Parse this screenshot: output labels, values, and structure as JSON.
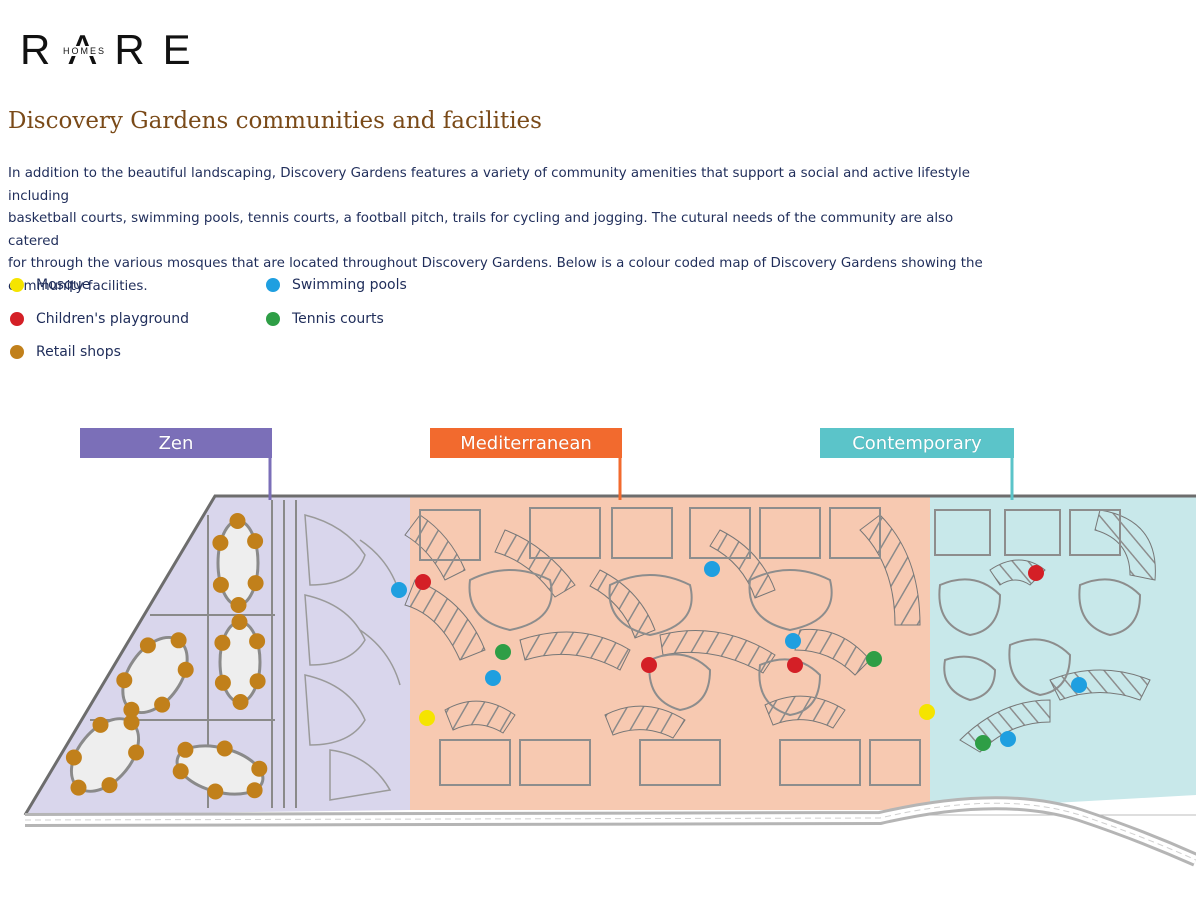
{
  "brand": {
    "logo_main": "RARE",
    "logo_sub": "HOMES"
  },
  "title": "Discovery Gardens communities and facilities",
  "intro_lines": [
    "In addition to the beautiful landscaping, Discovery Gardens features a variety of community amenities that support a social and active lifestyle including",
    "basketball courts, swimming pools, tennis courts, a football pitch, trails for cycling and jogging. The cutural needs of the community are also catered",
    "for through the various mosques that are located throughout Discovery Gardens. Below is a colour coded map of Discovery Gardens showing the",
    "community facilities."
  ],
  "legend": [
    {
      "label": "Mosque",
      "color": "#f5e400"
    },
    {
      "label": "Children's playground",
      "color": "#d41f26"
    },
    {
      "label": "Retail shops",
      "color": "#c1801b"
    },
    {
      "label": "Swimming pools",
      "color": "#1f9fe0"
    },
    {
      "label": "Tennis courts",
      "color": "#2e9e46"
    }
  ],
  "zones": [
    {
      "label": "Zen",
      "color": "#7b6fb8",
      "fill": "#d9d6ec"
    },
    {
      "label": "Mediterranean",
      "color": "#f26a2e",
      "fill": "#f7c9b1"
    },
    {
      "label": "Contemporary",
      "color": "#5bc4c9",
      "fill": "#c8e8ea"
    }
  ],
  "facilities": [
    {
      "type": "Swimming pools"
    },
    {
      "type": "Children's playground"
    },
    {
      "type": "Tennis courts"
    },
    {
      "type": "Swimming pools"
    },
    {
      "type": "Mosque"
    },
    {
      "type": "Swimming pools"
    },
    {
      "type": "Swimming pools"
    },
    {
      "type": "Children's playground"
    },
    {
      "type": "Children's playground"
    },
    {
      "type": "Tennis courts"
    },
    {
      "type": "Mosque"
    },
    {
      "type": "Children's playground"
    },
    {
      "type": "Swimming pools"
    },
    {
      "type": "Tennis courts"
    },
    {
      "type": "Swimming pools"
    }
  ]
}
